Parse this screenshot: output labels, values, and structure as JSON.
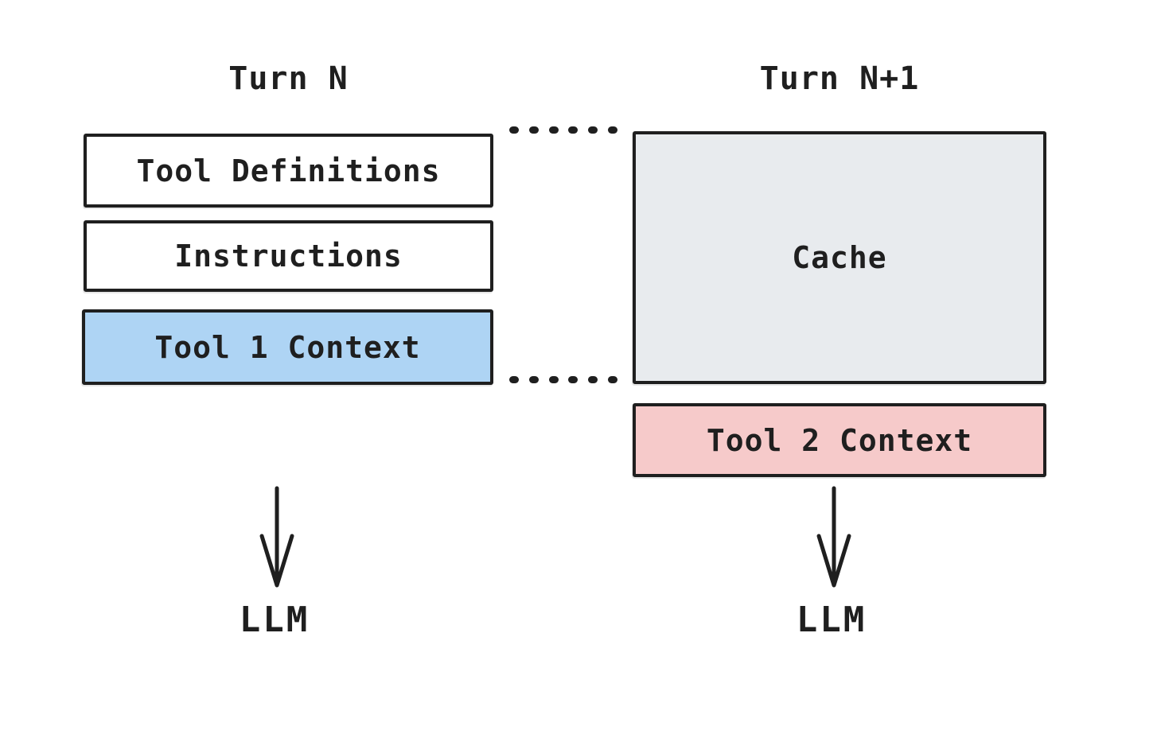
{
  "diagram": {
    "columns": [
      {
        "title": "Turn N",
        "boxes": [
          {
            "id": "tool-definitions",
            "label": "Tool Definitions"
          },
          {
            "id": "instructions",
            "label": "Instructions"
          },
          {
            "id": "tool-1-context",
            "label": "Tool 1 Context"
          }
        ],
        "target": "LLM"
      },
      {
        "title": "Turn N+1",
        "boxes": [
          {
            "id": "cache",
            "label": "Cache"
          },
          {
            "id": "tool-2-context",
            "label": "Tool 2 Context"
          }
        ],
        "target": "LLM"
      }
    ],
    "colors": {
      "ink": "#1f1f1f",
      "plain_fill": "#ffffff",
      "cache_fill": "#e8ebee",
      "tool1_fill": "#aed4f4",
      "tool2_fill": "#f6caca",
      "background": "#ffffff"
    }
  }
}
